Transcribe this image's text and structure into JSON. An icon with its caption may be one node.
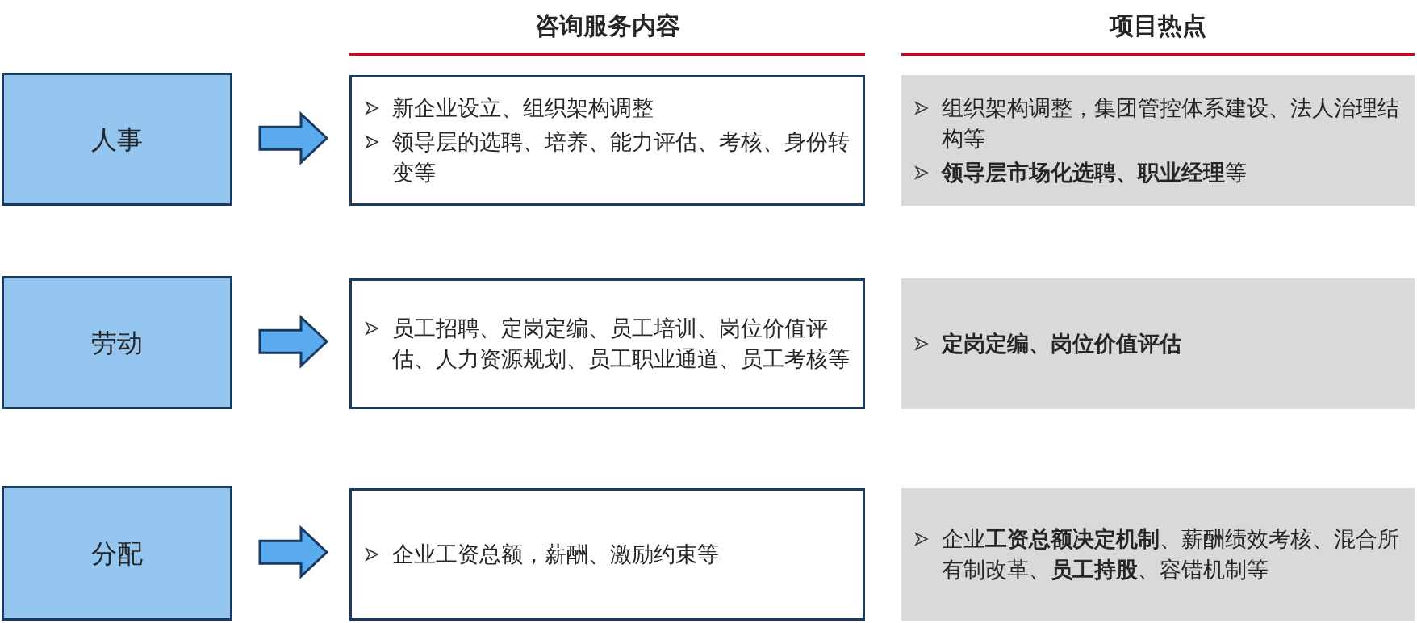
{
  "diagram": {
    "nodes": [
      {
        "text": [
          "人事"
        ]
      },
      {
        "text": [
          "劳动"
        ]
      },
      {
        "text": [
          "分配"
        ]
      },
      {
        "text": [
          "新企业设立、组织架构调整",
          "领导层的选聘、培养、能力评估、考核、身份转变等"
        ]
      },
      {
        "text": [
          "员工招聘、定岗定编、员工培训、岗位价值评估、人力资源规划、员工职业通道、员工考核等"
        ]
      },
      {
        "text": [
          "企业工资总额，薪酬、激励约束等"
        ]
      },
      {
        "text": [
          "组织架构调整，集团管控体系建设、法人治理结构等",
          "**领导层市场化选聘、职业经理**等"
        ]
      },
      {
        "text": [
          "**定岗定编、岗位价值评估**"
        ]
      },
      {
        "text": [
          "企业**工资总额决定机制**、薪酬绩效考核、混合所有制改革、**员工持股**、容错机制等"
        ]
      }
    ],
    "edges": [
      {
        "from": 0,
        "to": 3,
        "arrow": "to",
        "style": "thick"
      },
      {
        "from": 1,
        "to": 4,
        "arrow": "to",
        "style": "thick"
      },
      {
        "from": 2,
        "to": 5,
        "arrow": "to",
        "style": "thick"
      }
    ],
    "labels": [
      "咨询服务内容",
      "项目热点"
    ]
  }
}
